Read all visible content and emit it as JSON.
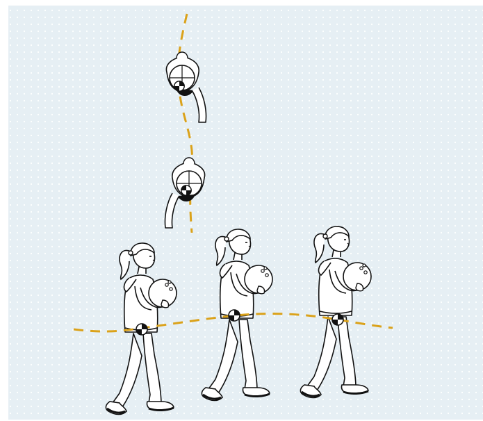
{
  "diagram": {
    "background_color": "#e6eff4",
    "dot_color": "#ffffff",
    "path_color": "#dba21a",
    "line_color": "#111111",
    "figure_fill": "#ffffff",
    "marker_icon": "center-of-mass-icon",
    "views": [
      {
        "id": "top-view",
        "figures": 2,
        "description_icon": "person-top-view-icon"
      },
      {
        "id": "side-view",
        "figures": 3,
        "description_icon": "girl-carrying-ball-icon"
      }
    ]
  }
}
